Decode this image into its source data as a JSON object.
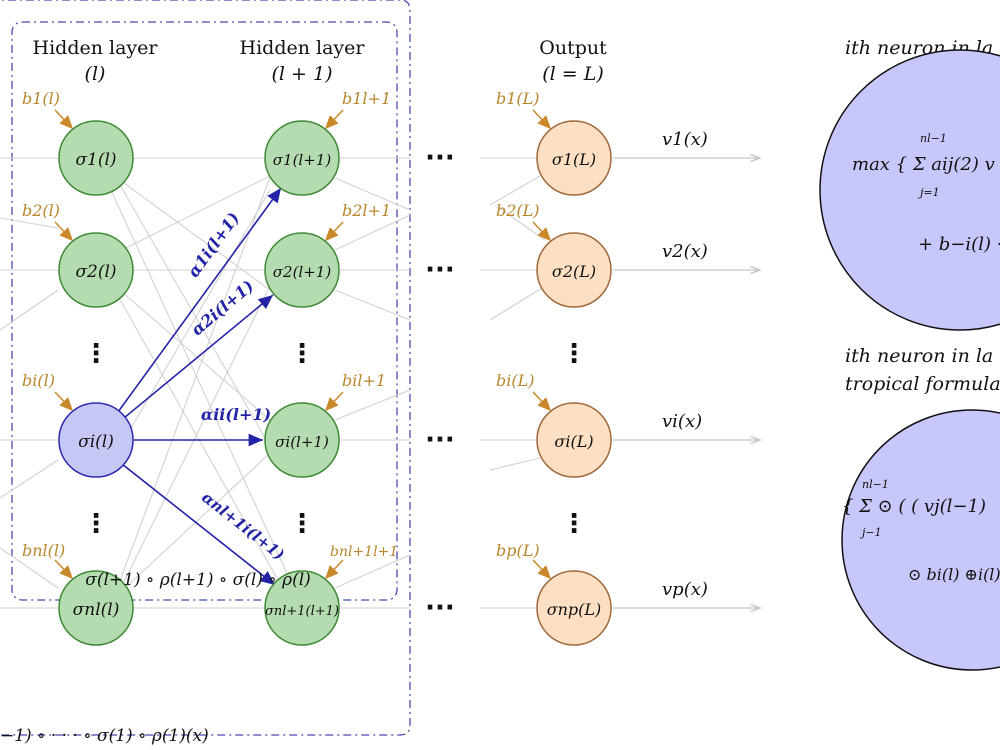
{
  "headers": {
    "col1_title": "Hidden layer",
    "col1_sub": "(l)",
    "col2_title": "Hidden layer",
    "col2_sub": "(l + 1)",
    "col3_title": "Output",
    "col3_sub": "(l = L)"
  },
  "layer_l": {
    "neurons": [
      "σ1(l)",
      "σ2(l)",
      "σi(l)",
      "σnl(l)"
    ],
    "biases": [
      "b1(l)",
      "b2(l)",
      "bi(l)",
      "bnl(l)"
    ]
  },
  "layer_l1": {
    "neurons": [
      "σ1(l+1)",
      "σ2(l+1)",
      "σi(l+1)",
      "σnl+1(l+1)"
    ],
    "biases": [
      "b1l+1",
      "b2l+1",
      "bil+1",
      "bnl+1l+1"
    ]
  },
  "layer_out": {
    "neurons": [
      "σ1(L)",
      "σ2(L)",
      "σi(L)",
      "σnp(L)"
    ],
    "biases": [
      "b1(L)",
      "b2(L)",
      "bi(L)",
      "bp(L)"
    ],
    "outputs": [
      "v1(x)",
      "v2(x)",
      "vi(x)",
      "vp(x)"
    ]
  },
  "weights": [
    "α1i(l+1)",
    "α2i(l+1)",
    "αii(l+1)",
    "αnl+1i(l+1)"
  ],
  "composition_inner": "σ(l+1) ∘ ρ(l+1) ∘ σ(l) ∘ ρ(l)",
  "composition_outer": "−1) ∘ · · · ∘ σ(1) ∘ ρ(1)(x)",
  "right_panel": {
    "title_top": "ith neuron in la",
    "circle_top_line1": "max { Σ aij(2) v",
    "circle_top_sum_upper": "nl−1",
    "circle_top_sum_lower": "j=1",
    "circle_top_line2": "+ b−i(l) · t",
    "title_mid_1": "ith neuron in la",
    "title_mid_2": "tropical formula",
    "circle_bot_line1": "{ Σ ⊙ ( ( vj(l−1)",
    "circle_bot_sum_upper": "nl−1",
    "circle_bot_sum_lower": "j−1",
    "circle_bot_line2": "⊙ bi(l) ⊕i(l)"
  },
  "colors": {
    "hidden_fill": "#b5dcb0",
    "hidden_stroke": "#3f8a36",
    "selected_fill": "#c7c7f5",
    "selected_stroke": "#2b2bb0",
    "output_fill": "#fde0c4",
    "output_stroke": "#a0693a",
    "bias": "#b8862b",
    "weight": "#2323a8",
    "box": "#4a4ab0"
  }
}
